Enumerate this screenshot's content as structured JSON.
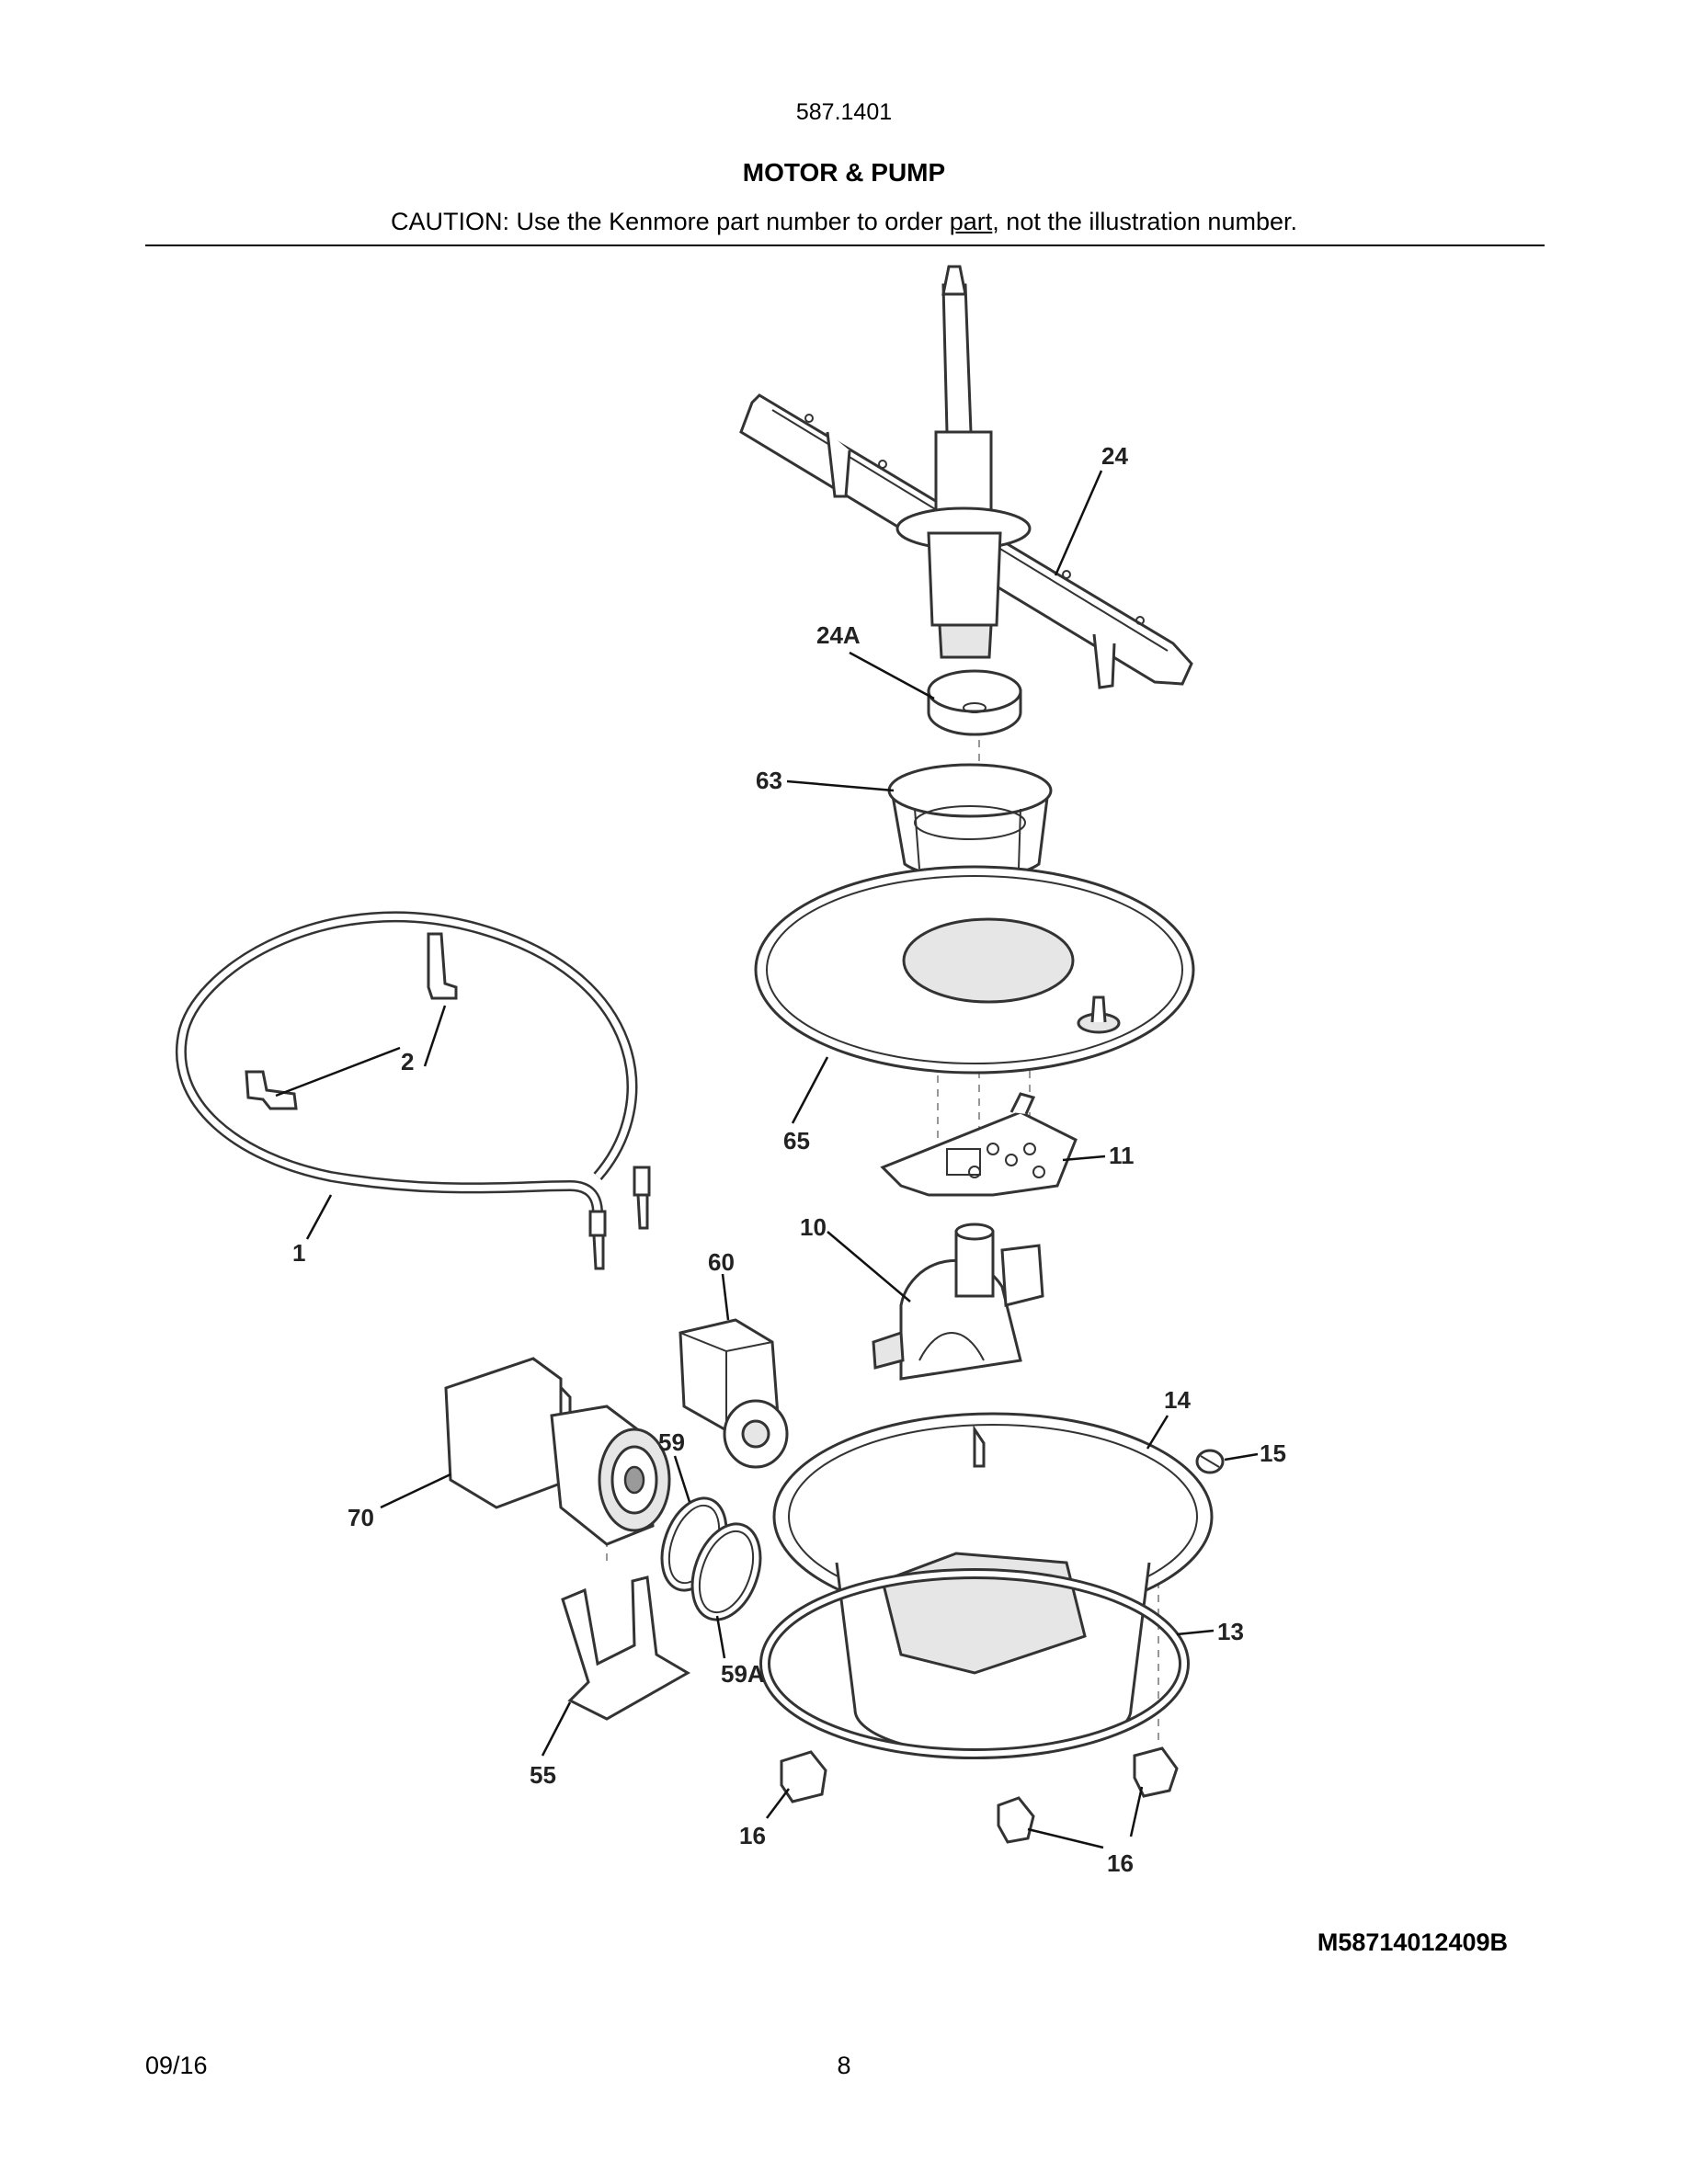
{
  "header": {
    "model_number": "587.1401",
    "section_title": "MOTOR & PUMP",
    "caution_prefix": "CAUTION: Use the Kenmore part number to order ",
    "caution_link": "part",
    "caution_suffix": ", not the illustration number."
  },
  "callouts": {
    "c24": "24",
    "c24a": "24A",
    "c63": "63",
    "c65": "65",
    "c2": "2",
    "c1": "1",
    "c11": "11",
    "c10": "10",
    "c60": "60",
    "c14": "14",
    "c15": "15",
    "c59": "59",
    "c70": "70",
    "c59a": "59A",
    "c13": "13",
    "c55": "55",
    "c16a": "16",
    "c16b": "16"
  },
  "drawing_id": "M58714012409B",
  "footer": {
    "date": "09/16",
    "page": "8"
  }
}
